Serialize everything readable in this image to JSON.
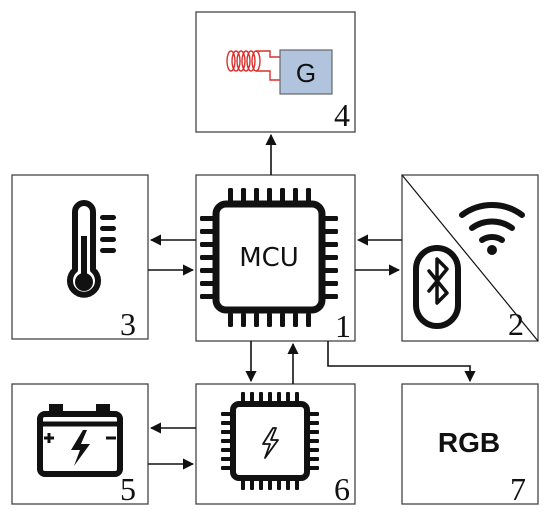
{
  "diagram": {
    "blocks": {
      "mcu": {
        "label": "MCU",
        "number": "1"
      },
      "wireless": {
        "number": "2"
      },
      "temperature": {
        "number": "3"
      },
      "generator": {
        "label": "G",
        "number": "4"
      },
      "battery": {
        "number": "5"
      },
      "power_ic": {
        "number": "6"
      },
      "rgb": {
        "label": "RGB",
        "number": "7"
      }
    },
    "icons": {
      "mcu": "microcontroller-chip-icon",
      "wireless": [
        "wifi-icon",
        "bluetooth-icon"
      ],
      "temperature": "thermometer-icon",
      "generator": [
        "coil-icon",
        "generator-icon"
      ],
      "battery": "battery-icon",
      "power_ic": "power-chip-icon"
    },
    "colors": {
      "coil": "#d9302c",
      "generator_fill": "#b0c4de",
      "stroke": "#111111"
    }
  }
}
